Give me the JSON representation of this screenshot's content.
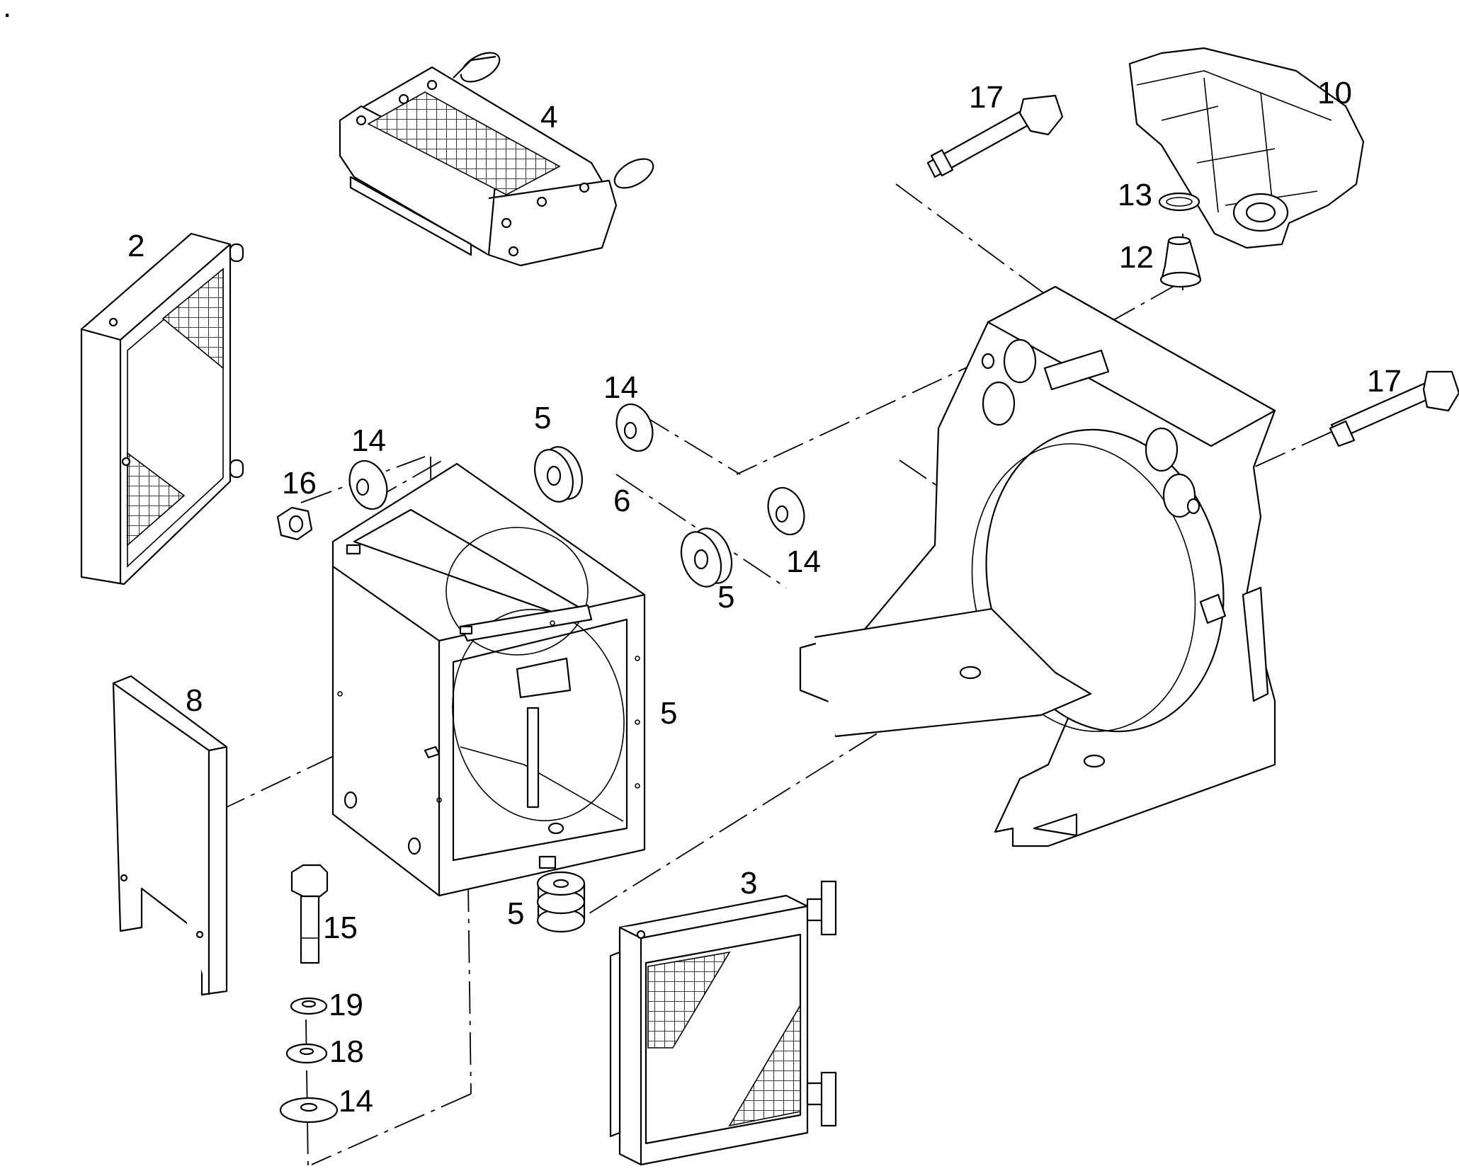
{
  "corner_mark": ".",
  "callouts": {
    "c2": "2",
    "c3": "3",
    "c4": "4",
    "c5_top": "5",
    "c5_right": "5",
    "c5_box": "5",
    "c5_bottom": "5",
    "c6": "6",
    "c8": "8",
    "c10": "10",
    "c12": "12",
    "c13": "13",
    "c14_left": "14",
    "c14_top": "14",
    "c14_right": "14",
    "c14_bottom": "14",
    "c15": "15",
    "c16": "16",
    "c17_top": "17",
    "c17_right": "17",
    "c18": "18",
    "c19": "19"
  },
  "colors": {
    "line": "#000000",
    "background": "#ffffff",
    "fill_shade": "#f2f2f2"
  }
}
